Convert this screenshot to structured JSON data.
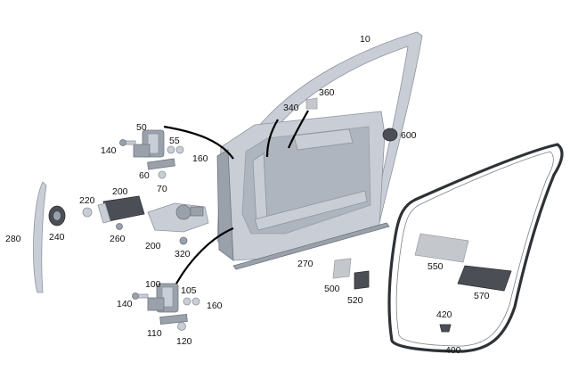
{
  "labels": {
    "p10": "10",
    "p50": "50",
    "p55": "55",
    "p60": "60",
    "p70": "70",
    "p100": "100",
    "p105": "105",
    "p110": "110",
    "p120": "120",
    "p140a": "140",
    "p140b": "140",
    "p160a": "160",
    "p160b": "160",
    "p200a": "200",
    "p200b": "200",
    "p220": "220",
    "p240": "240",
    "p260": "260",
    "p270": "270",
    "p280": "280",
    "p320": "320",
    "p340": "340",
    "p360": "360",
    "p400": "400",
    "p420": "420",
    "p500": "500",
    "p520": "520",
    "p550": "550",
    "p570": "570",
    "p600": "600"
  },
  "colors": {
    "metal": "#c9ced6",
    "dark_part": "#4b4f55",
    "seal": "#2e3136",
    "leader": "#000000"
  }
}
